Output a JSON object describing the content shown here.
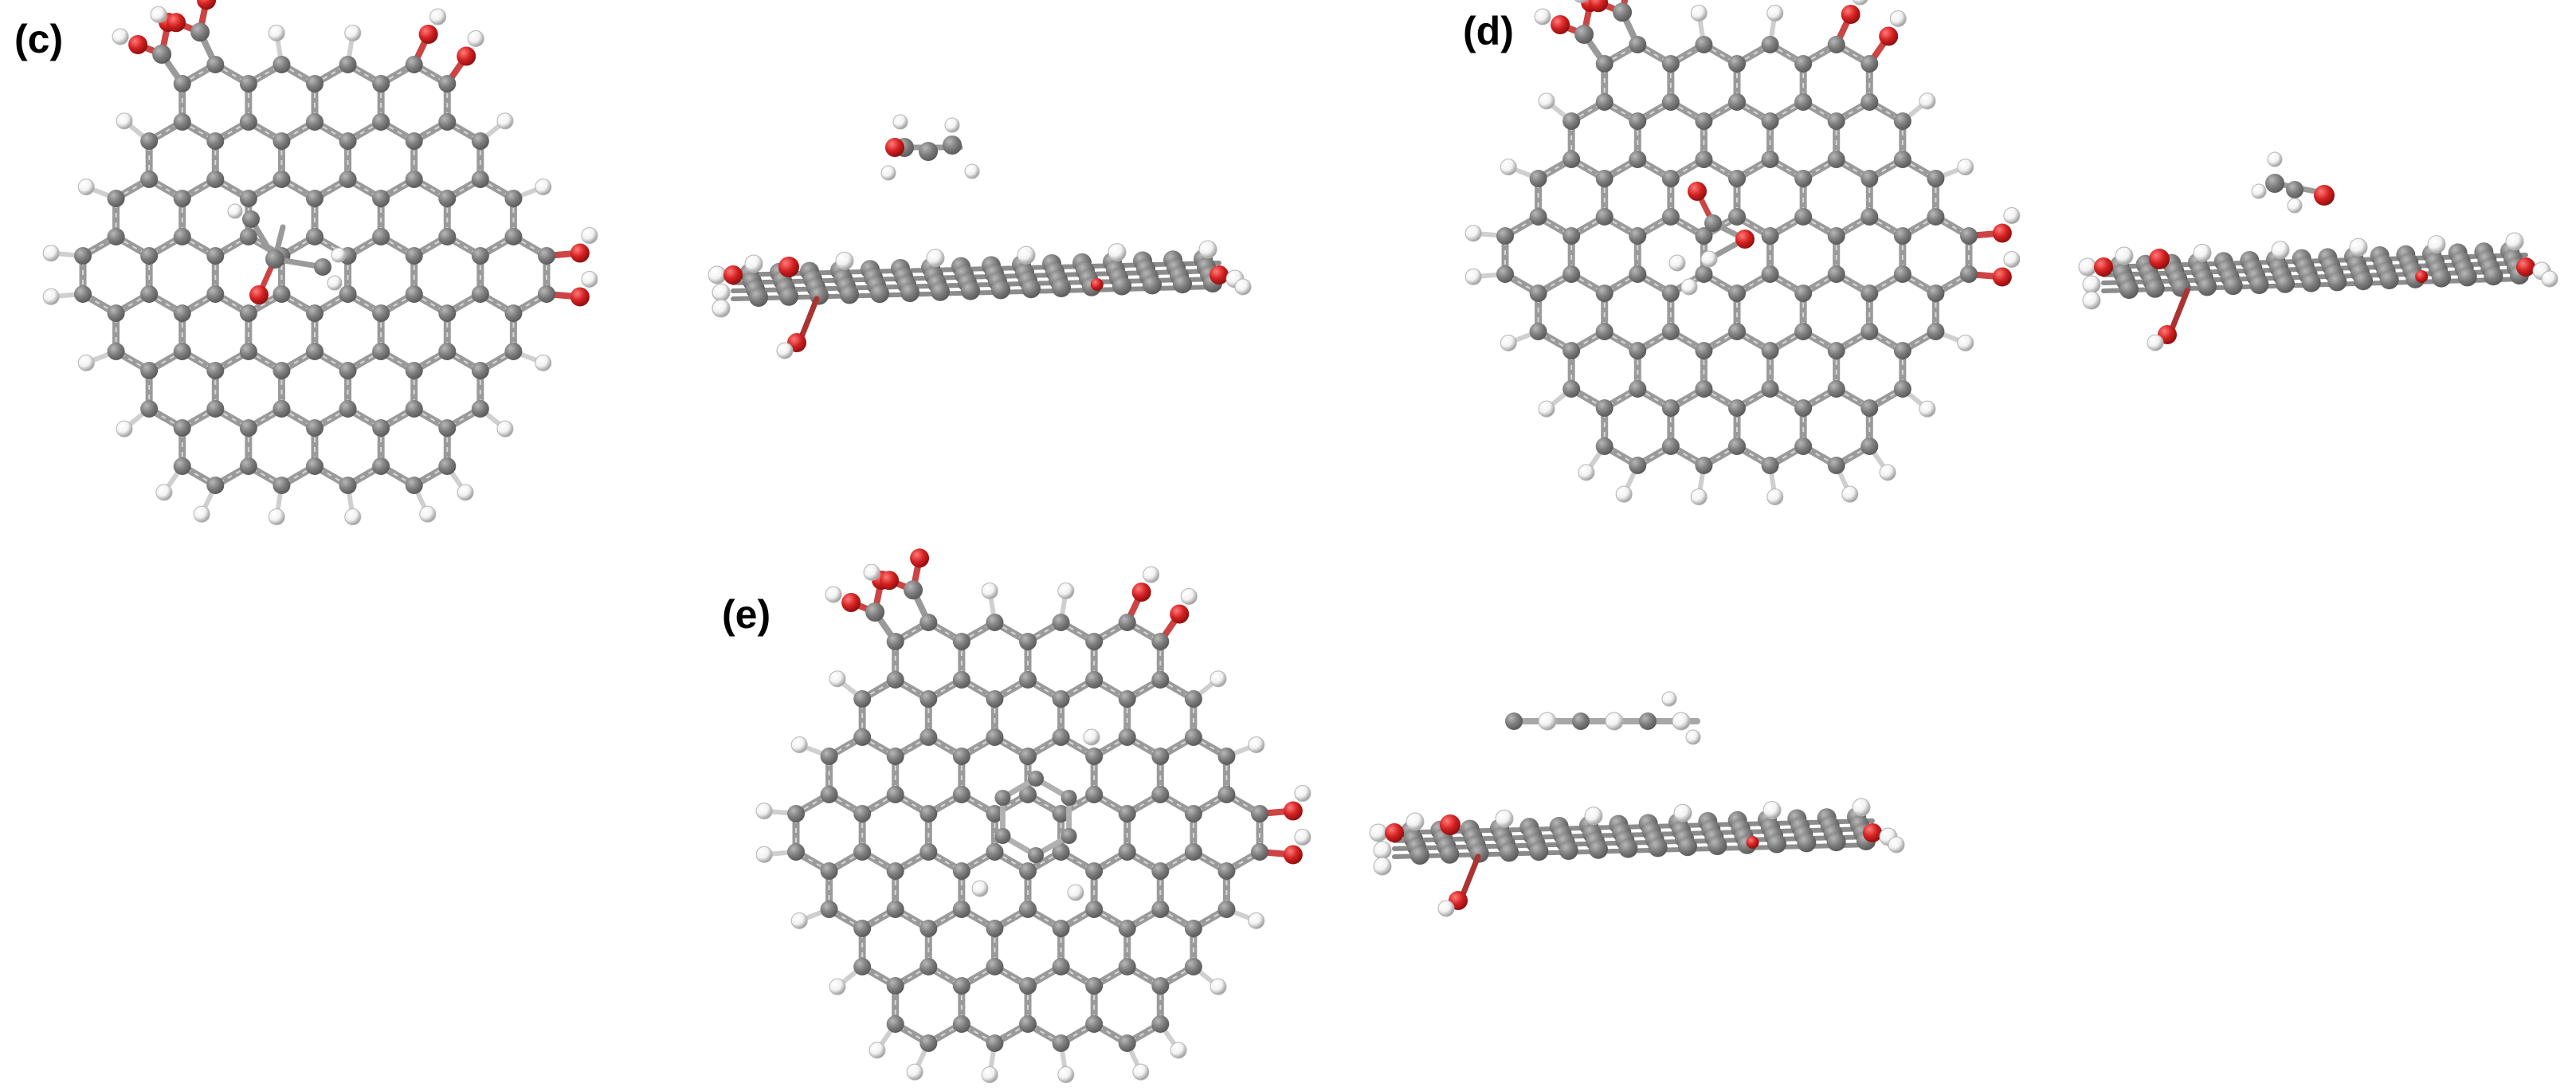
{
  "panels": [
    {
      "label": "(c)",
      "adsorbate": "tert-butanol-like"
    },
    {
      "label": "(d)",
      "adsorbate": "ethanol-like"
    },
    {
      "label": "(e)",
      "adsorbate": "aromatic"
    }
  ],
  "colors": {
    "carbon": "#7d7d7d",
    "carbon_dark": "#5a5a5a",
    "bond": "#9a9a9a",
    "hydrogen": "#f2f2f2",
    "hydrogen_edge": "#b4b4b4",
    "oxygen": "#d42020",
    "oxygen_dark": "#8f0f0f"
  }
}
